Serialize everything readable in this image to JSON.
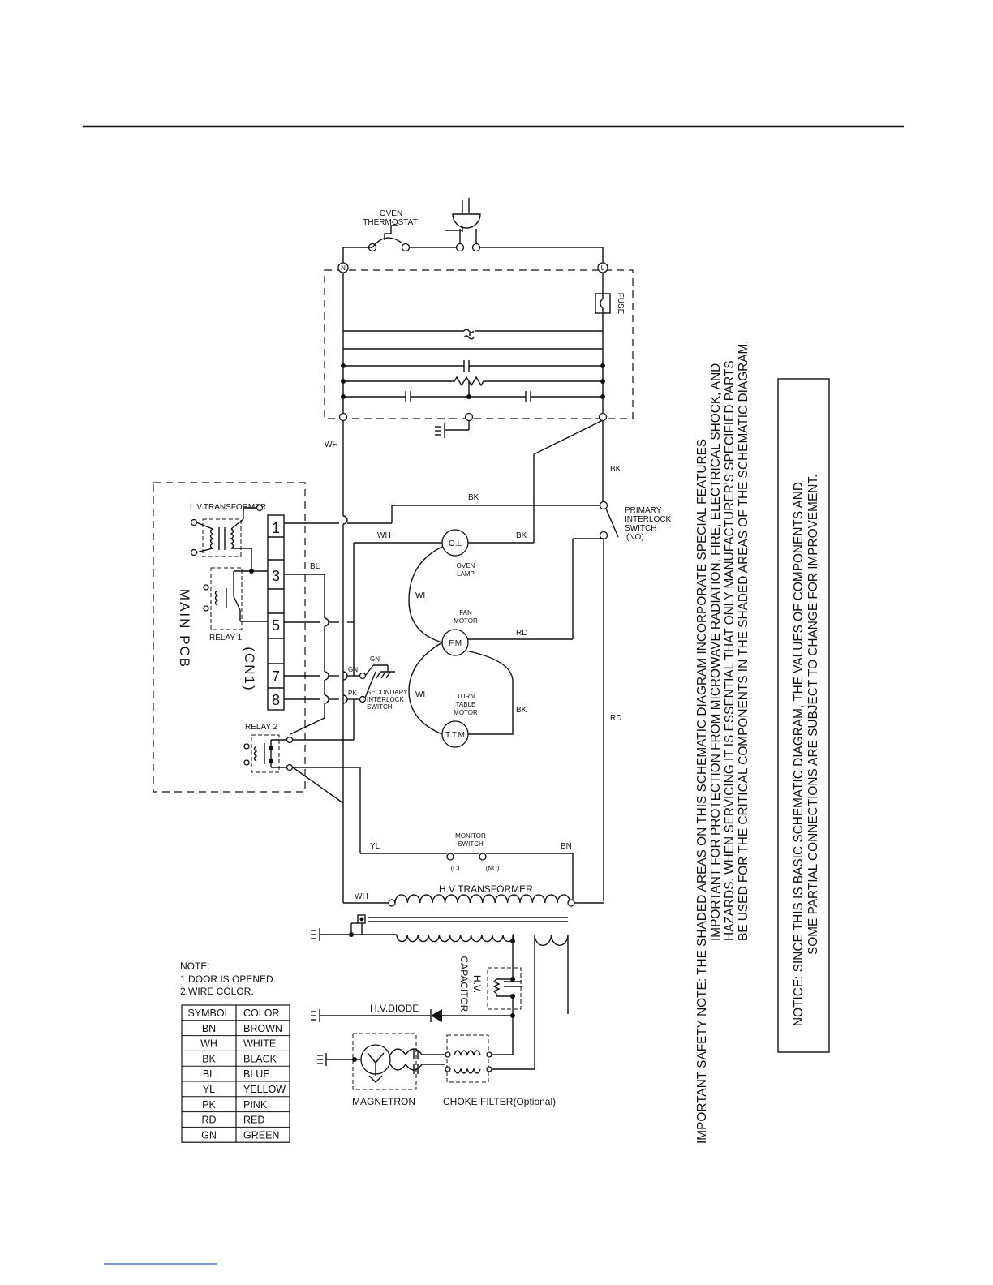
{
  "labels": {
    "oven_thermostat_1": "OVEN",
    "oven_thermostat_2": "THERMOSTAT",
    "fuse": "FUSE",
    "n": "N",
    "l": "L",
    "lv_transformer": "L.V.TRANSFORMER",
    "relay1": "RELAY 1",
    "relay2": "RELAY 2",
    "main_pcb": "MAIN PCB",
    "cn1": "(CN1)",
    "primary_interlock": [
      "PRIMARY",
      "INTERLOCK",
      "SWITCH",
      "(NO)"
    ],
    "secondary_interlock": [
      "SECONDARY",
      "INTERLOCK",
      "SWITCH"
    ],
    "ol": "O.L",
    "oven_lamp": [
      "OVEN",
      "LAMP"
    ],
    "fm": "F.M",
    "fan_motor": [
      "FAN",
      "MOTOR"
    ],
    "ttm": "T.T.M",
    "turn_table_motor": [
      "TURN",
      "TABLE",
      "MOTOR"
    ],
    "monitor_switch": [
      "MONITOR",
      "SWITCH"
    ],
    "c": "(C)",
    "nc": "(NC)",
    "hv_transformer": "H.V TRANSFORMER",
    "hv_capacitor": [
      "H.V.",
      "CAPACITOR"
    ],
    "hv_diode": "H.V.DIODE",
    "magnetron": "MAGNETRON",
    "choke_filter": "CHOKE FILTER(Optional)",
    "pins": [
      "1",
      "3",
      "5",
      "7",
      "8"
    ]
  },
  "wires": {
    "wh": "WH",
    "bk": "BK",
    "bl": "BL",
    "rd": "RD",
    "gn": "GN",
    "pk": "PK",
    "yl": "YL",
    "bn": "BN"
  },
  "note": {
    "title": "NOTE:",
    "line1": "1.DOOR IS OPENED.",
    "line2": "2.WIRE COLOR."
  },
  "wire_table": {
    "headers": [
      "SYMBOL",
      "COLOR"
    ],
    "rows": [
      [
        "BN",
        "BROWN"
      ],
      [
        "WH",
        "WHITE"
      ],
      [
        "BK",
        "BLACK"
      ],
      [
        "BL",
        "BLUE"
      ],
      [
        "YL",
        "YELLOW"
      ],
      [
        "PK",
        "PINK"
      ],
      [
        "RD",
        "RED"
      ],
      [
        "GN",
        "GREEN"
      ]
    ]
  },
  "safety_note": [
    "IMPORTANT SAFETY NOTE: THE SHADED AREAS ON THIS SCHEMATIC DIAGRAM INCORPORATE SPECIAL FEATURES",
    "IMPORTANT FOR PROTECTION FROM MICROWAVE RADIATION,  FIRE, ELECTRICAL SHOCK,  AND",
    "HAZARDS. WHEN SERVICING IT IS ESSENTIAL THAT ONLY MANUFACTURER'S SPECIFIED PARTS",
    "BE USED FOR THE CRITICAL COMPONENTS IN THE SHADED AREAS OF THE SCHEMATIC DIAGRAM."
  ],
  "notice": [
    "NOTICE: SINCE THIS IS BASIC SCHEMATIC DIAGRAM, THE VALUES OF COMPONENTS AND",
    "SOME PARTIAL CONNECTIONS ARE SUBJECT TO CHANGE FOR IMPROVEMENT."
  ]
}
